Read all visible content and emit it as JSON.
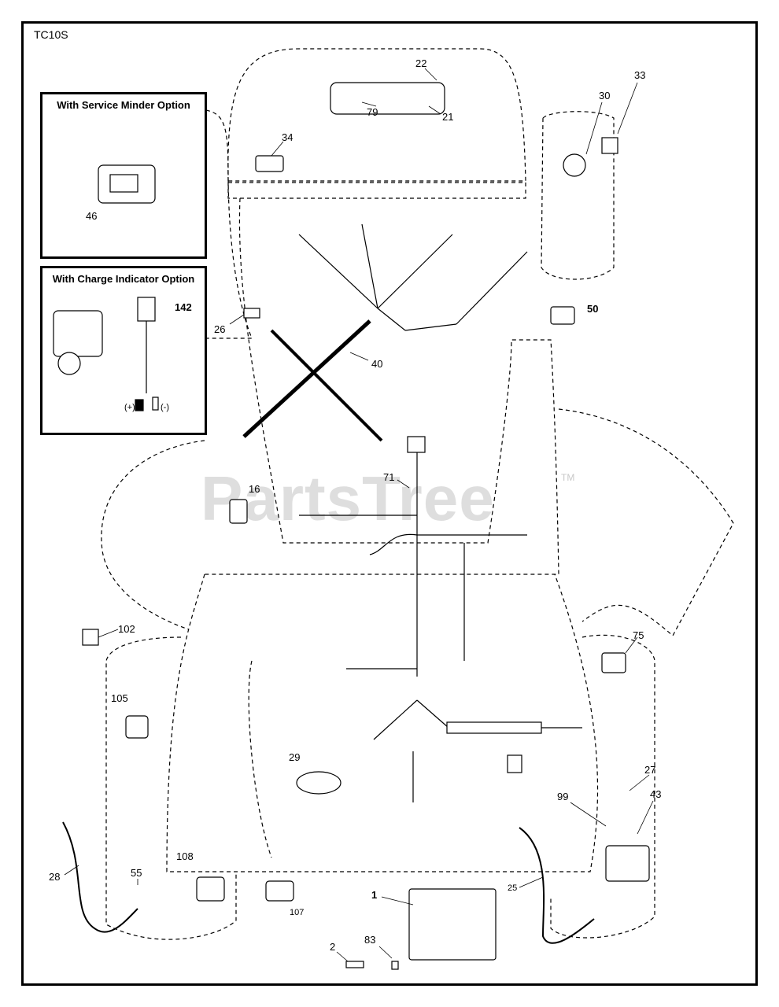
{
  "diagram": {
    "model_code": "TC10S",
    "watermark": "PartsTree",
    "watermark_tm": "TM",
    "options": {
      "service_minder": "With Service Minder Option",
      "charge_indicator": "With Charge Indicator Option"
    },
    "terminal_labels": {
      "positive": "(+)",
      "negative": "(-)"
    },
    "callouts": {
      "p22": "22",
      "p79": "79",
      "p21": "21",
      "p34": "34",
      "p30": "30",
      "p33": "33",
      "p46": "46",
      "p142": "142",
      "p26": "26",
      "p40": "40",
      "p50": "50",
      "p16": "16",
      "p71": "71",
      "p102": "102",
      "p75": "75",
      "p105": "105",
      "p29": "29",
      "p27": "27",
      "p43": "43",
      "p99": "99",
      "p28": "28",
      "p55": "55",
      "p108": "108",
      "p107": "107",
      "p1": "1",
      "p25": "25",
      "p2": "2",
      "p83": "83"
    }
  }
}
